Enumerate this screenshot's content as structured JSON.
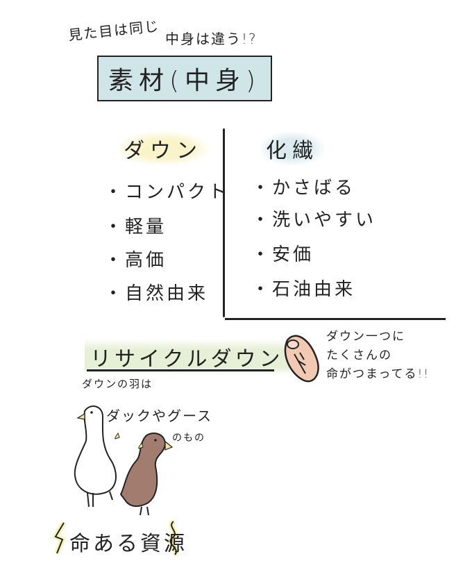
{
  "header": {
    "intro_left": "見た目は同じ",
    "intro_right": "中身は違う!?",
    "title": "素材(中身)"
  },
  "columns": [
    {
      "heading": "ダウン",
      "items": [
        "・コンパクト",
        "・軽量",
        "・高価",
        "・自然由来"
      ]
    },
    {
      "heading": "化繊",
      "items": [
        "・かさばる",
        "・洗いやすい",
        "・安価",
        "・石油由来"
      ]
    }
  ],
  "recycle": {
    "heading": "リサイクルダウン",
    "caption": [
      "ダウン一つに",
      "たくさんの",
      "命がつまってる!!"
    ]
  },
  "ducks": {
    "note": "ダウンの羽は",
    "note2": "ダックやグース",
    "note3": "のもの",
    "slogan": "命ある資源"
  },
  "colors": {
    "title_box": "#cfe5e8",
    "down_highlight": "#fbf3c9",
    "recycle_highlight": "#e6f0d6",
    "feather": "#f2c9b3",
    "brown_duck": "#a27d6f",
    "sparkle": "#f2f0a0"
  }
}
